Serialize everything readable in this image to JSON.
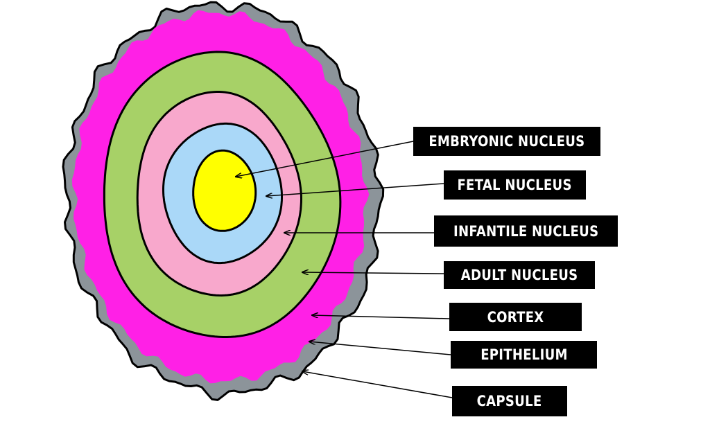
{
  "colors": {
    "capsule_edge": "#8c949a",
    "cortex": "#ff20e6",
    "adult_nucleus": "#a7d167",
    "infantile_nucleus": "#f8a8cc",
    "fetal_nucleus": "#aad8f8",
    "embryonic_nucleus": "#ffff00",
    "label_background": "#000000",
    "label_text": "#ffffff"
  },
  "labels": {
    "embryonic_nucleus": "EMBRYONIC NUCLEUS",
    "fetal_nucleus": "FETAL NUCLEUS",
    "infantile_nucleus": "INFANTILE NUCLEUS",
    "adult_nucleus": "ADULT NUCLEUS",
    "cortex": "CORTEX",
    "epithelium": "EPITHELIUM",
    "capsule": "CAPSULE"
  }
}
